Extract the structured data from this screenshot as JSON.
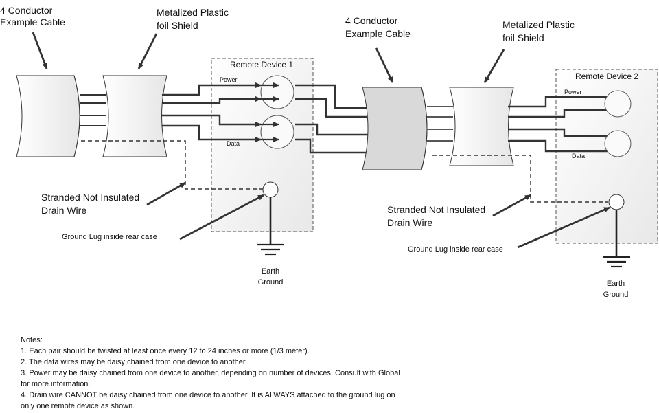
{
  "labels": {
    "cable1": [
      "4 Conductor",
      "Example Cable"
    ],
    "shield1": [
      "Metalized Plastic",
      "foil Shield"
    ],
    "cable2": [
      "4 Conductor",
      "Example Cable"
    ],
    "shield2": [
      "Metalized Plastic",
      "foil Shield"
    ],
    "drain1": [
      "Stranded Not Insulated",
      "Drain Wire"
    ],
    "drain2": [
      "Stranded Not Insulated",
      "Drain Wire"
    ],
    "lug1": "Ground Lug inside rear case",
    "lug2": "Ground Lug inside rear case",
    "earth1": [
      "Earth",
      "Ground"
    ],
    "earth2": [
      "Earth",
      "Ground"
    ]
  },
  "devices": [
    {
      "title": "Remote Device 1",
      "power": "Power",
      "data": "Data"
    },
    {
      "title": "Remote Device 2",
      "power": "Power",
      "data": "Data"
    }
  ],
  "notes": {
    "title": "Notes:",
    "items": [
      "1.  Each pair should be twisted at least once every 12 to 24 inches or more (1/3 meter).",
      "2.  The data wires may be daisy chained from one device to another",
      "3.  Power may be daisy chained from one device to another, depending on number of devices. Consult with Global for more information.",
      "4.  Drain wire CANNOT be daisy chained from one device to another.  It is ALWAYS attached to the ground lug on only one remote device as shown."
    ]
  },
  "colors": {
    "wire": "#333333",
    "box_fill": "#f2f2f2",
    "cable_shade": "#d9d9d9",
    "callout": "#333333"
  }
}
